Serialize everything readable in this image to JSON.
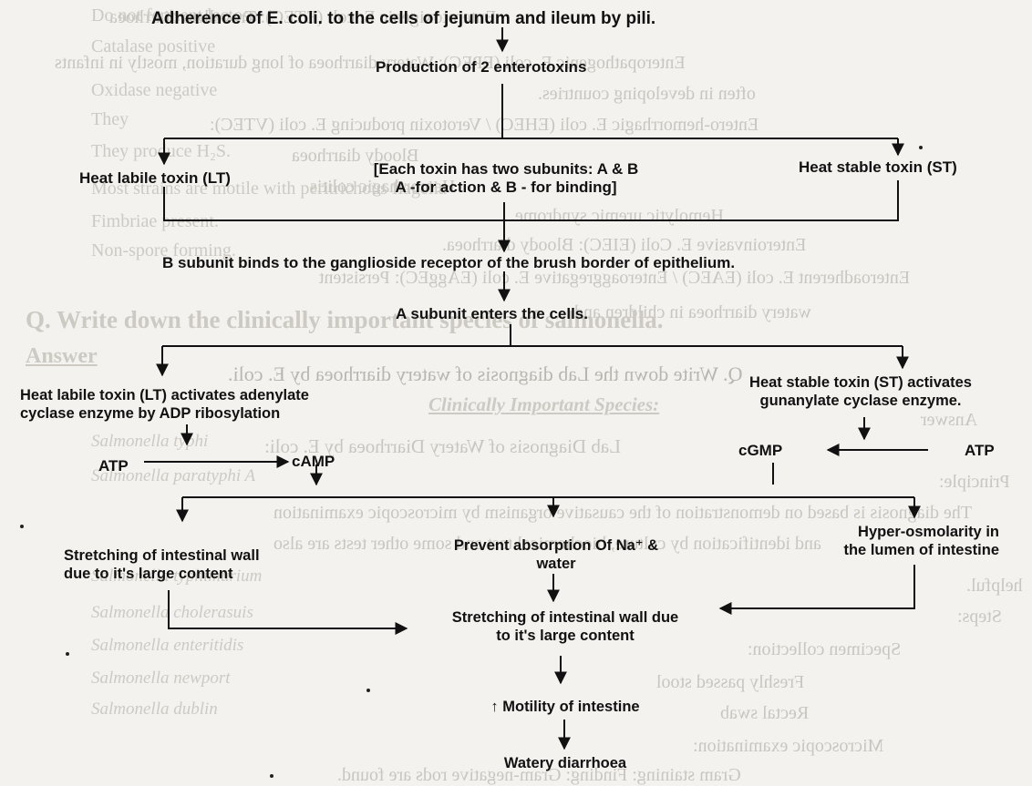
{
  "background_text": {
    "mirrored_lines": [
      "Enterotoxigenic E. coli (ETEC): Travellers diarrhoea",
      "Enteropathogenic E. coli (EPEC): Watery diarrhoea of long duration, mostly in infants",
      "often in developing countries.",
      "Entero-hemorrhagic E. coli (EHEC) / Verotoxin producing E. coli (VTEC):",
      "Bloody diarrhoea",
      "Hemorrhagic colitis",
      "Hemolytic uremic syndrome.",
      "Enteroinvasive E. Coli (EIEC): Bloody diarrhoea.",
      "Enteroadherent E. coli (EAEC) / Enteroaggregative E. coli (EAggEC): Persistent",
      "watery diarrhoea in children and",
      "Q. Write down the Lab diagnosis of watery diarrhoea by E. coli.",
      "Answer",
      "Lab Diagnosis of Watery Diarrhoea by E. coli:",
      "Principle:",
      "The diagnosis is based on demonstration of the causative organism by microscopic examination",
      "and identification by culture, biochemical test and some other tests are also",
      "helpful.",
      "Steps:",
      "Specimen collection:",
      "Freshly passed stool",
      "Rectal swab",
      "Microscopic examination:",
      "Gram staining: Finding: Gram-negative rods are found."
    ],
    "right_column": [
      "Do not ferment lactose",
      "Catalase positive",
      "Oxidase negative",
      "They",
      "They produce H₂S.",
      "Most strains are motile with peritrichous flagella",
      "Fimbriae present.",
      "Non-spore forming."
    ],
    "question": "Q. Write down the clinically important species of salmonella.",
    "answer": "Answer",
    "clinical_species_heading": "Clinically Important Species:",
    "species": [
      "Salmonella typhi",
      "Salmonella paratyphi A",
      "Salmonella typhimurium",
      "Salmonella cholerasuis",
      "Salmonella enteritidis",
      "Salmonella newport",
      "Salmonella dublin"
    ]
  },
  "flowchart": {
    "adherence": "Adherence of E. coli. to the cells of jejunum and ileum by pili.",
    "enterotoxins": "Production of 2 enterotoxins",
    "lt_toxin": "Heat labile toxin (LT)",
    "subunits_line1": "[Each toxin has two subunits: A & B",
    "subunits_line2": "A -for action & B - for binding]",
    "st_toxin": "Heat stable toxin (ST)",
    "b_subunit": "B subunit binds to the ganglioside receptor of the brush border of epithelium.",
    "a_subunit": "A subunit enters the cells.",
    "lt_activates_line1": "Heat labile toxin (LT) activates adenylate",
    "lt_activates_line2": "cyclase enzyme by ADP ribosylation",
    "st_activates_line1": "Heat stable toxin (ST) activates",
    "st_activates_line2": "gunanylate cyclase enzyme.",
    "atp_left": "ATP",
    "camp": "cAMP",
    "cgmp": "cGMP",
    "atp_right": "ATP",
    "stretch_left_line1": "Stretching of intestinal wall",
    "stretch_left_line2": "due to it's large content",
    "prevent_line1": "Prevent absorption Of Na⁺ &",
    "prevent_line2": "water",
    "hyper_line1": "Hyper-osmolarity in",
    "hyper_line2": "the lumen of intestine",
    "stretch_center_line1": "Stretching of intestinal wall due",
    "stretch_center_line2": "to it's large content",
    "motility": "↑ Motility of intestine",
    "watery": "Watery diarrhoea"
  }
}
